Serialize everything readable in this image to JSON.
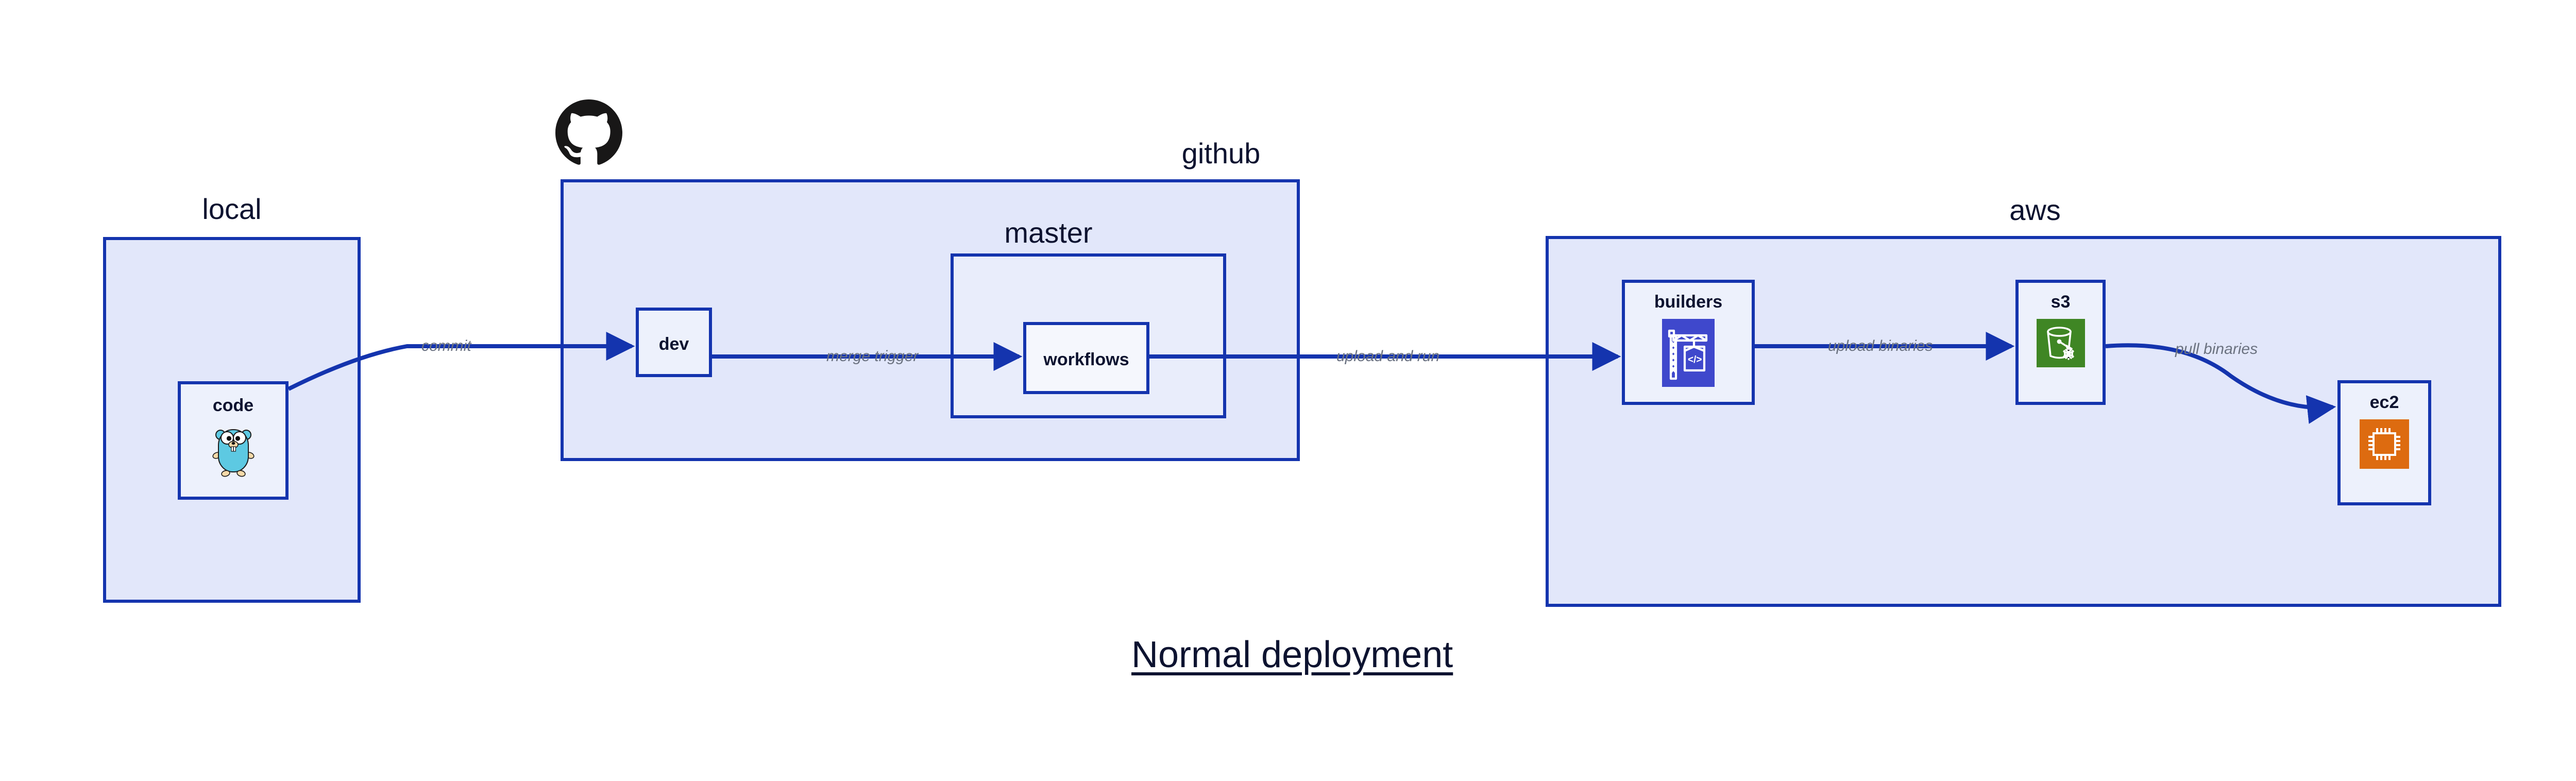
{
  "diagram": {
    "caption": "Normal deployment",
    "colors": {
      "border": "#1434ae",
      "group_fill": "#e2e7fa",
      "node_fill": "#edf1fc",
      "node_fill_light": "#f5f7fd",
      "edge": "#1434ae",
      "edge_label": "#6b7280",
      "text": "#0d1330",
      "codebuild_purple": "#3f48cc",
      "s3_green": "#3f8624",
      "ec2_orange": "#dd6b10",
      "gopher_cyan": "#5dc9e2",
      "github_black": "#181717"
    },
    "groups": [
      {
        "id": "local",
        "label": "local"
      },
      {
        "id": "github",
        "label": "github"
      },
      {
        "id": "master",
        "label": "master"
      },
      {
        "id": "aws",
        "label": "aws"
      }
    ],
    "nodes": [
      {
        "id": "code",
        "label": "code",
        "icon": "go-gopher-icon"
      },
      {
        "id": "dev",
        "label": "dev",
        "icon": ""
      },
      {
        "id": "workflows",
        "label": "workflows",
        "icon": ""
      },
      {
        "id": "builders",
        "label": "builders",
        "icon": "aws-codebuild-icon"
      },
      {
        "id": "s3",
        "label": "s3",
        "icon": "aws-s3-glacier-icon"
      },
      {
        "id": "ec2",
        "label": "ec2",
        "icon": "aws-ec2-icon"
      }
    ],
    "edges": [
      {
        "id": "commit",
        "label": "commit",
        "from": "code",
        "to": "dev"
      },
      {
        "id": "merge-trigger",
        "label": "merge trigger",
        "from": "dev",
        "to": "workflows"
      },
      {
        "id": "upload-and-run",
        "label": "upload and run",
        "from": "workflows",
        "to": "builders"
      },
      {
        "id": "upload-binaries",
        "label": "upload binaries",
        "from": "builders",
        "to": "s3"
      },
      {
        "id": "pull-binaries",
        "label": "pull binaries",
        "from": "s3",
        "to": "ec2"
      }
    ],
    "logos": [
      {
        "id": "github-logo",
        "name": "github-octocat-icon"
      }
    ]
  }
}
